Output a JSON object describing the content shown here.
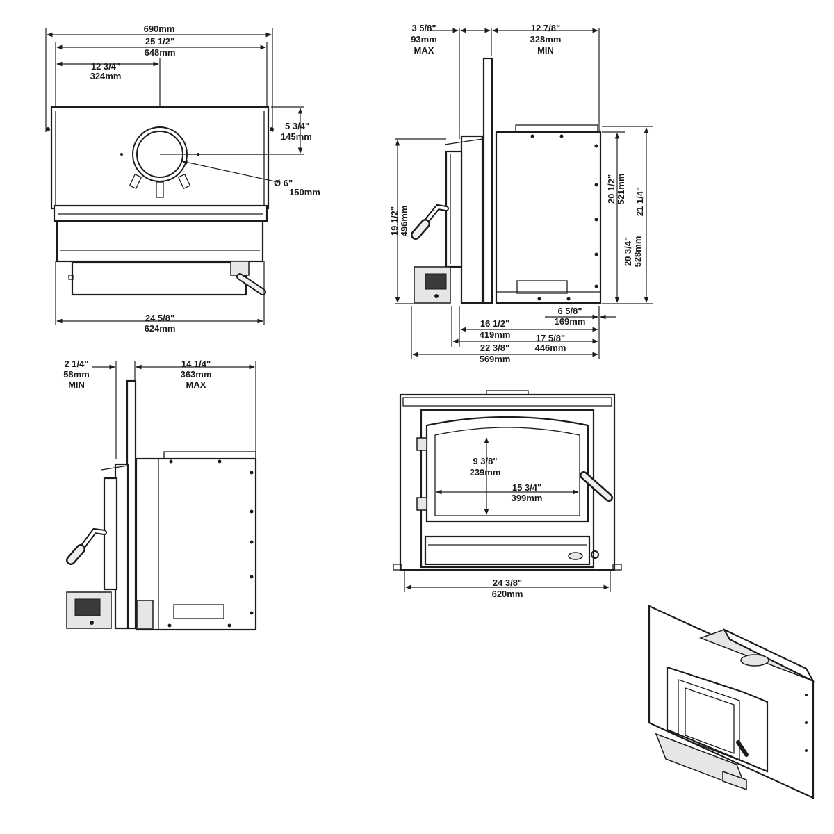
{
  "colors": {
    "line": "#1c1c1c",
    "paper": "#ffffff"
  },
  "top_view": {
    "overall_width": "690mm",
    "flue_span_in": "25 1/2\"",
    "flue_span_mm": "648mm",
    "flue_center_in": "12 3/4\"",
    "flue_center_mm": "324mm",
    "flue_depth_in": "5 3/4\"",
    "flue_depth_mm": "145mm",
    "flue_dia_in": "Ø 6\"",
    "flue_dia_mm": "150mm",
    "base_width_in": "24 5/8\"",
    "base_width_mm": "624mm"
  },
  "side_view_right": {
    "surround_max_in": "3 5/8\"",
    "surround_max_mm": "93mm",
    "surround_max_label": "MAX",
    "insert_min_in": "12 7/8\"",
    "insert_min_mm": "328mm",
    "insert_min_label": "MIN",
    "height_a_in": "19 1/2\"",
    "height_a_mm": "496mm",
    "height_b_in": "20 1/2\"",
    "height_b_mm": "521mm",
    "height_c_in": "20 3/4\"",
    "height_c_mm": "528mm",
    "height_d_in": "21 1/4\"",
    "offset_in": "6 5/8\"",
    "offset_mm": "169mm",
    "depth_a_in": "16 1/2\"",
    "depth_a_mm": "419mm",
    "depth_b_in": "17 5/8\"",
    "depth_b_mm": "446mm",
    "depth_c_in": "22 3/8\"",
    "depth_c_mm": "569mm"
  },
  "side_view_left": {
    "surround_min_in": "2 1/4\"",
    "surround_min_mm": "58mm",
    "surround_min_label": "MIN",
    "insert_max_in": "14 1/4\"",
    "insert_max_mm": "363mm",
    "insert_max_label": "MAX"
  },
  "front_view": {
    "glass_height_in": "9 3/8\"",
    "glass_height_mm": "239mm",
    "glass_width_in": "15 3/4\"",
    "glass_width_mm": "399mm",
    "overall_width_in": "24 3/8\"",
    "overall_width_mm": "620mm"
  }
}
